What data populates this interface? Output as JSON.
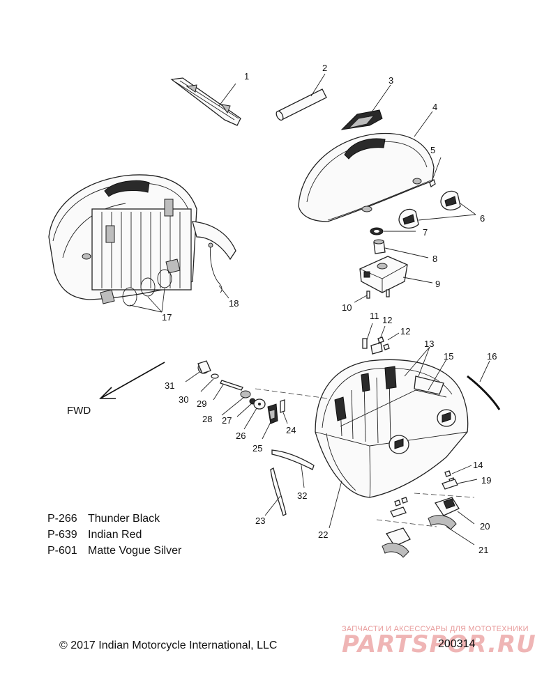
{
  "callouts": [
    {
      "id": "1",
      "label": "1"
    },
    {
      "id": "2",
      "label": "2"
    },
    {
      "id": "3",
      "label": "3"
    },
    {
      "id": "4",
      "label": "4"
    },
    {
      "id": "5",
      "label": "5"
    },
    {
      "id": "6",
      "label": "6"
    },
    {
      "id": "7",
      "label": "7"
    },
    {
      "id": "8",
      "label": "8"
    },
    {
      "id": "9",
      "label": "9"
    },
    {
      "id": "10",
      "label": "10"
    },
    {
      "id": "11",
      "label": "11"
    },
    {
      "id": "12a",
      "label": "12"
    },
    {
      "id": "12b",
      "label": "12"
    },
    {
      "id": "13",
      "label": "13"
    },
    {
      "id": "14",
      "label": "14"
    },
    {
      "id": "15",
      "label": "15"
    },
    {
      "id": "16",
      "label": "16"
    },
    {
      "id": "17",
      "label": "17"
    },
    {
      "id": "18",
      "label": "18"
    },
    {
      "id": "19",
      "label": "19"
    },
    {
      "id": "20",
      "label": "20"
    },
    {
      "id": "21",
      "label": "21"
    },
    {
      "id": "22",
      "label": "22"
    },
    {
      "id": "23",
      "label": "23"
    },
    {
      "id": "24",
      "label": "24"
    },
    {
      "id": "25",
      "label": "25"
    },
    {
      "id": "26",
      "label": "26"
    },
    {
      "id": "27",
      "label": "27"
    },
    {
      "id": "28",
      "label": "28"
    },
    {
      "id": "29",
      "label": "29"
    },
    {
      "id": "30",
      "label": "30"
    },
    {
      "id": "31",
      "label": "31"
    },
    {
      "id": "32",
      "label": "32"
    }
  ],
  "direction_label": "FWD",
  "color_legend": [
    {
      "code": "P-266",
      "name": "Thunder Black"
    },
    {
      "code": "P-639",
      "name": "Indian Red"
    },
    {
      "code": "P-601",
      "name": "Matte Vogue Silver"
    }
  ],
  "copyright": "© 2017 Indian Motorcycle International, LLC",
  "figure_number": "200314",
  "watermark": {
    "tagline": "ЗАПЧАСТИ И АКСЕССУАРЫ ДЛЯ МОТОТЕХНИКИ",
    "brand": "PARTSPOR.RU"
  }
}
